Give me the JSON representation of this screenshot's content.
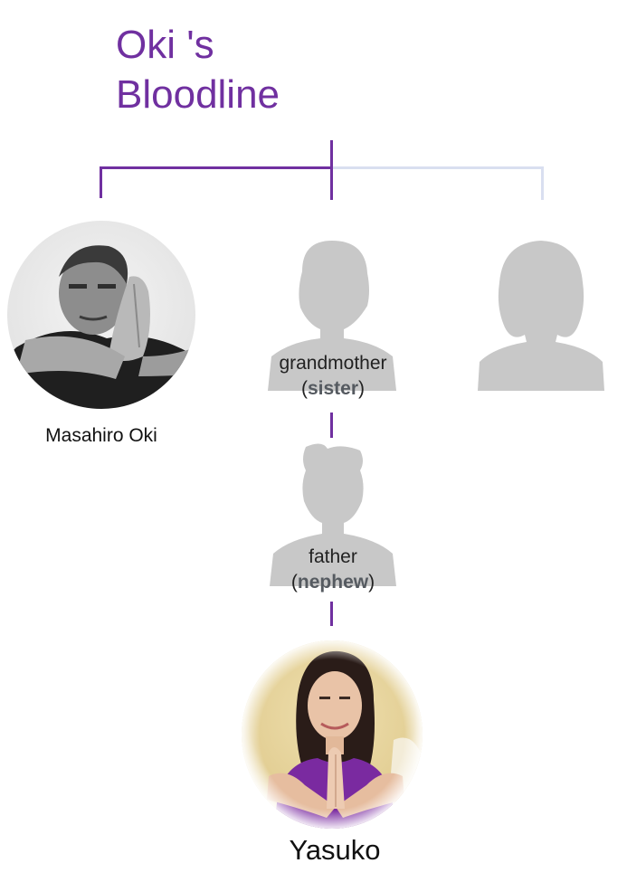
{
  "title": {
    "line1": "Oki 's",
    "line2": "Bloodline"
  },
  "people": {
    "masahiro": {
      "name": "Masahiro Oki"
    },
    "grandmother": {
      "role": "grandmother",
      "relation_open": "(",
      "relation": "sister",
      "relation_close": ")"
    },
    "father": {
      "role": "father",
      "relation_open": "(",
      "relation": "nephew",
      "relation_close": ")"
    },
    "yasuko": {
      "name": "Yasuko"
    }
  },
  "colors": {
    "accent": "#7030a0",
    "line_pale": "#d9dff0",
    "silhouette": "#c8c8c8"
  }
}
